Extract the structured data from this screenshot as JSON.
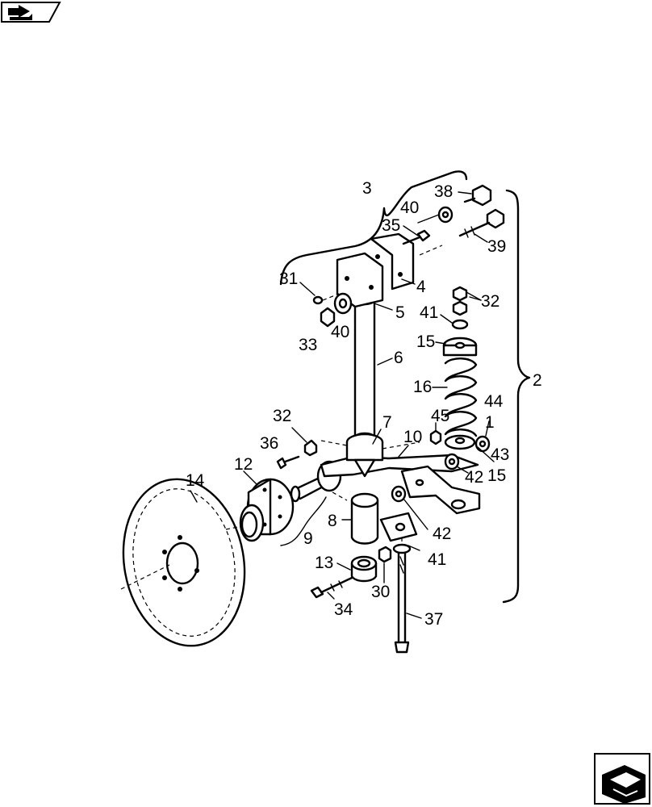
{
  "labels": {
    "l1": "1",
    "l2": "2",
    "l3": "3",
    "l4": "4",
    "l5": "5",
    "l6": "6",
    "l7": "7",
    "l8": "8",
    "l9": "9",
    "l10": "10",
    "l12": "12",
    "l13": "13",
    "l14": "14",
    "l15a": "15",
    "l15b": "15",
    "l16": "16",
    "l30": "30",
    "l31": "31",
    "l32a": "32",
    "l32b": "32",
    "l33": "33",
    "l34": "34",
    "l35": "35",
    "l36": "36",
    "l37": "37",
    "l38": "38",
    "l39": "39",
    "l40a": "40",
    "l40b": "40",
    "l41a": "41",
    "l41b": "41",
    "l42a": "42",
    "l42b": "42",
    "l43": "43",
    "l44": "44",
    "l45": "45"
  },
  "icons": {
    "top_left": "book-arrow-icon",
    "bottom_right": "next-arrow-icon"
  }
}
